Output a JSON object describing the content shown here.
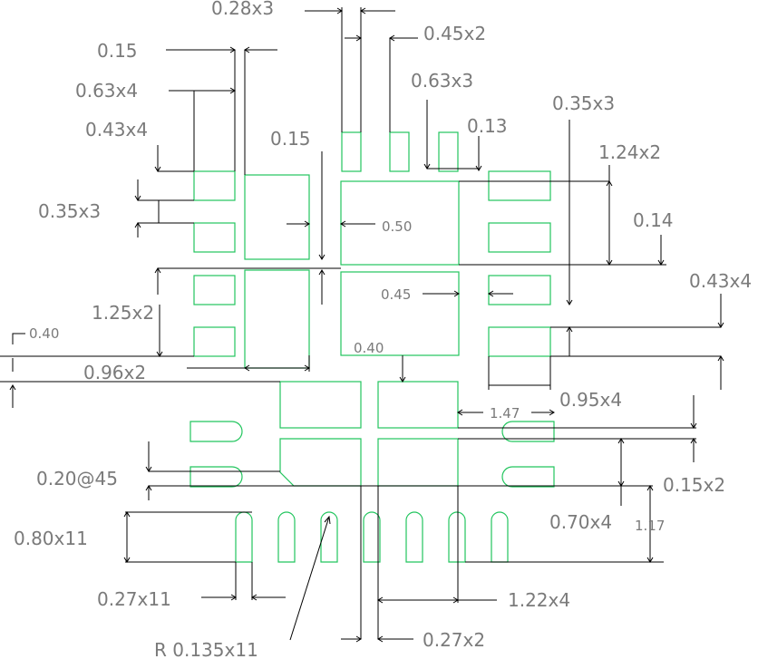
{
  "drawing": {
    "pad_color": "#22c55e",
    "dim_color": "#000000",
    "text_color": "#7a7a7a",
    "labels": {
      "l_028x3": "0.28x3",
      "l_045x2": "0.45x2",
      "l_015_a": "0.15",
      "l_063x4": "0.63x4",
      "l_063x3": "0.63x3",
      "l_035x3_r": "0.35x3",
      "l_043x4_l": "0.43x4",
      "l_013": "0.13",
      "l_015_b": "0.15",
      "l_124x2": "1.24x2",
      "l_035x3_l": "0.35x3",
      "l_050": "0.50",
      "l_014": "0.14",
      "l_043x4_r": "0.43x4",
      "l_045": "0.45",
      "l_125x2": "1.25x2",
      "l_040_a": "0.40",
      "l_040_b": "0.40",
      "l_096x2": "0.96x2",
      "l_147": "1.47",
      "l_095x4": "0.95x4",
      "l_020at45": "0.20@45",
      "l_015x2": "0.15x2",
      "l_070x4": "0.70x4",
      "l_117": "1.17",
      "l_080x11": "0.80x11",
      "l_027x11": "0.27x11",
      "l_122x4": "1.22x4",
      "l_r0135x11": "R 0.135x11",
      "l_027x2": "0.27x2"
    }
  }
}
